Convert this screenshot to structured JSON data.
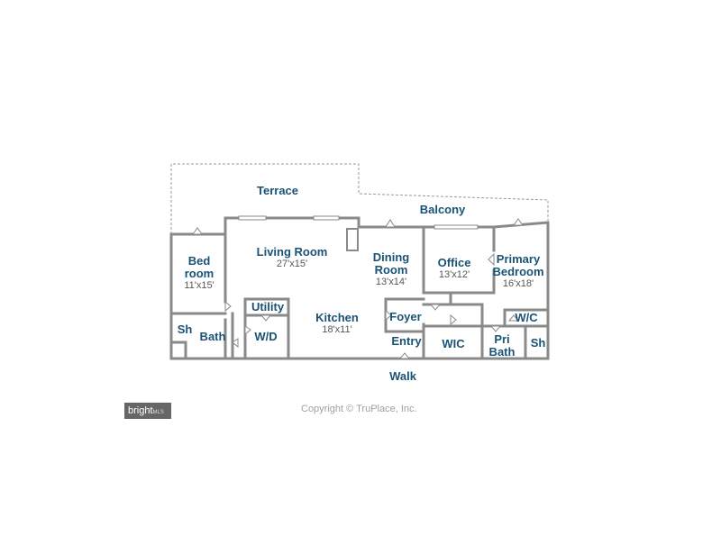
{
  "floorplan": {
    "colors": {
      "wall": "#8a8a8a",
      "label": "#1a5276",
      "dimension": "#555555",
      "outline": "#999999"
    },
    "rooms": {
      "terrace": {
        "name": "Terrace"
      },
      "balcony": {
        "name": "Balcony"
      },
      "living_room": {
        "name": "Living Room",
        "dim": "27'x15'"
      },
      "bedroom": {
        "name_line1": "Bed",
        "name_line2": "room",
        "dim": "11'x15'"
      },
      "dining_room": {
        "name_line1": "Dining",
        "name_line2": "Room",
        "dim": "13'x14'"
      },
      "office": {
        "name": "Office",
        "dim": "13'x12'"
      },
      "primary_bedroom": {
        "name_line1": "Primary",
        "name_line2": "Bedroom",
        "dim": "16'x18'"
      },
      "utility": {
        "name": "Utility"
      },
      "kitchen": {
        "name": "Kitchen",
        "dim": "18'x11'"
      },
      "foyer": {
        "name": "Foyer"
      },
      "entry": {
        "name": "Entry"
      },
      "walk": {
        "name": "Walk"
      },
      "wic": {
        "name": "WIC"
      },
      "wc": {
        "name": "W/C"
      },
      "pri_bath": {
        "name_line1": "Pri",
        "name_line2": "Bath"
      },
      "sh_left": {
        "name": "Sh"
      },
      "sh_right": {
        "name": "Sh"
      },
      "bath": {
        "name": "Bath"
      },
      "wd": {
        "name": "W/D"
      }
    }
  },
  "footer": {
    "brand_name": "bright",
    "brand_suffix": "MLS",
    "copyright": "Copyright © TruPlace, Inc."
  }
}
